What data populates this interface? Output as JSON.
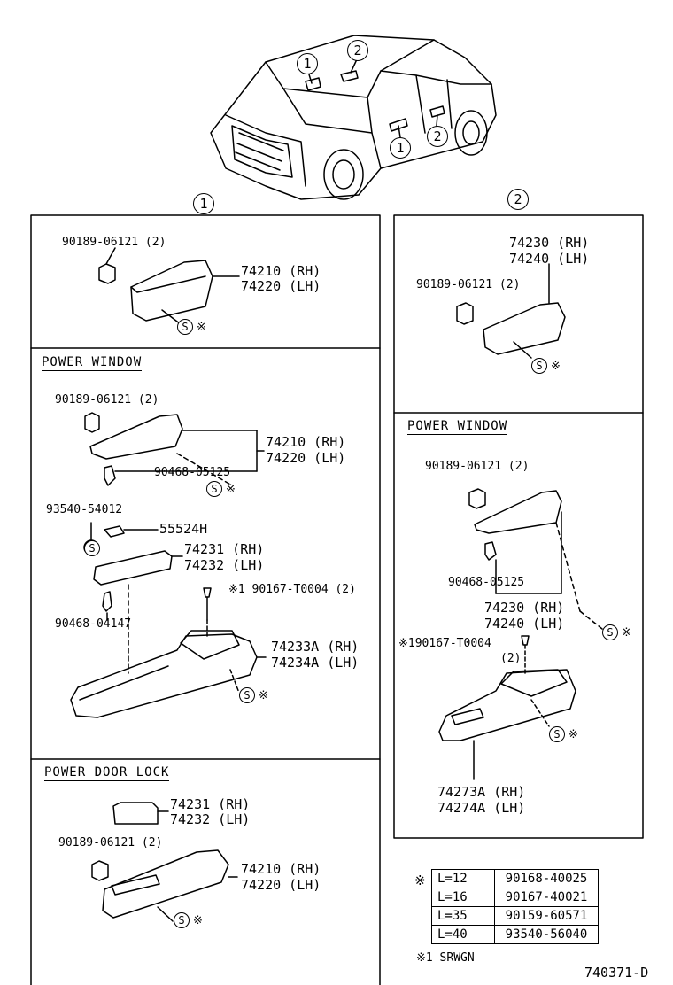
{
  "callouts": {
    "one": "1",
    "two": "2"
  },
  "s_mark": "S",
  "note_mark": "※",
  "panel1": {
    "top": {
      "bolt": "90189-06121 (2)",
      "part_rh": "74210 (RH)",
      "part_lh": "74220 (LH)"
    },
    "power_window": {
      "heading": "POWER WINDOW",
      "bolt": "90189-06121 (2)",
      "part_rh": "74210 (RH)",
      "part_lh": "74220 (LH)",
      "clip": "90468-05125",
      "screw": "93540-54012",
      "cover": "55524H",
      "switch_rh": "74231 (RH)",
      "switch_lh": "74232 (LH)",
      "screw2": "※1 90167-T0004 (2)",
      "clip2": "90468-04147",
      "base_rh": "74233A (RH)",
      "base_lh": "74234A (LH)"
    },
    "power_door_lock": {
      "heading": "POWER DOOR LOCK",
      "switch_rh": "74231 (RH)",
      "switch_lh": "74232 (LH)",
      "bolt": "90189-06121 (2)",
      "part_rh": "74210 (RH)",
      "part_lh": "74220 (LH)"
    }
  },
  "panel2": {
    "top": {
      "part_rh": "74230 (RH)",
      "part_lh": "74240 (LH)",
      "bolt": "90189-06121 (2)"
    },
    "power_window": {
      "heading": "POWER WINDOW",
      "bolt": "90189-06121 (2)",
      "clip": "90468-05125",
      "part_rh": "74230 (RH)",
      "part_lh": "74240 (LH)",
      "screw": "※190167-T0004",
      "screw_qty": "(2)",
      "base_rh": "74273A (RH)",
      "base_lh": "74274A (LH)"
    }
  },
  "spec_table": {
    "rows": [
      {
        "length": "L=12",
        "part": "90168-40025"
      },
      {
        "length": "L=16",
        "part": "90167-40021"
      },
      {
        "length": "L=35",
        "part": "90159-60571"
      },
      {
        "length": "L=40",
        "part": "93540-56040"
      }
    ],
    "footnote": "※1  SRWGN"
  },
  "diagram_id": "740371-D"
}
